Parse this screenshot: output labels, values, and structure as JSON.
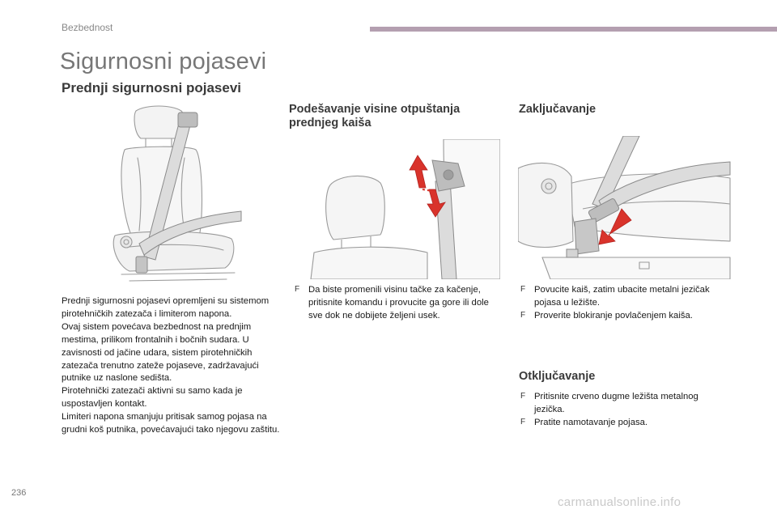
{
  "header": {
    "section": "Bezbednost"
  },
  "page": {
    "title": "Sigurnosni pojasevi",
    "subtitle": "Prednji sigurnosni pojasevi",
    "number": "236",
    "watermark": "carmanualsonline.info"
  },
  "intro": {
    "paragraphs": [
      "Prednji sigurnosni pojasevi opremljeni su sistemom pirotehničkih zatezača i limiterom napona.",
      "Ovaj sistem povećava bezbednost na prednjim mestima, prilikom frontalnih i bočnih sudara. U zavisnosti od jačine udara, sistem pirotehničkih zatezača trenutno zateže pojaseve, zadržavajući putnike uz naslone sedišta.",
      "Pirotehnički zatezači aktivni su samo kada je uspostavljen kontakt.",
      "Limiteri napona smanjuju pritisak samog pojasa na grudni koš putnika, povećavajući tako njegovu zaštitu."
    ]
  },
  "adjust": {
    "heading": "Podešavanje visine otpuštanja prednjeg kaiša",
    "bullets": [
      "Da biste promenili visinu tačke za kačenje, pritisnite komandu i provucite ga gore ili dole sve dok ne dobijete željeni usek."
    ]
  },
  "lock": {
    "heading": "Zaključavanje",
    "bullets": [
      "Povucite kaiš, zatim ubacite metalni jezičak pojasa u ležište.",
      "Proverite blokiranje povlačenjem kaiša."
    ]
  },
  "unlock": {
    "heading": "Otključavanje",
    "bullets": [
      "Pritisnite crveno dugme ležišta metalnog jezička.",
      "Pratite namotavanje pojasa."
    ]
  },
  "bullet_marker": "F",
  "colors": {
    "header_bar": "#b49fb0",
    "title": "#777777",
    "heading": "#3a3a3a",
    "arrow_red": "#d9332b"
  }
}
